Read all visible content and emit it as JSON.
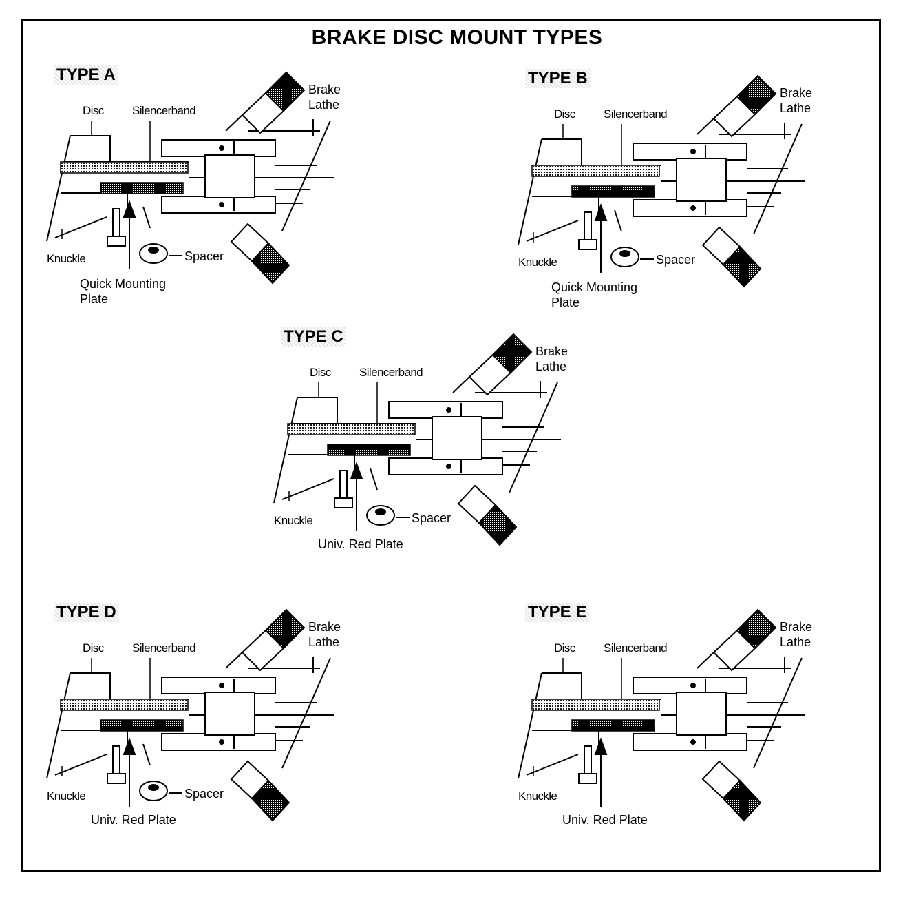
{
  "title": "BRAKE DISC MOUNT TYPES",
  "panels": [
    {
      "id": "a",
      "type": "TYPE A",
      "labels": {
        "disc": "Disc",
        "band": "Silencerband",
        "lathe": "Brake Lathe",
        "knuckle": "Knuckle",
        "spacer": "Spacer",
        "plate": "Quick Mounting Plate"
      }
    },
    {
      "id": "b",
      "type": "TYPE B",
      "labels": {
        "disc": "Disc",
        "band": "Silencerband",
        "lathe": "Brake Lathe",
        "knuckle": "Knuckle",
        "spacer": "Spacer",
        "plate": "Quick Mounting Plate"
      }
    },
    {
      "id": "c",
      "type": "TYPE C",
      "labels": {
        "disc": "Disc",
        "band": "Silencerband",
        "lathe": "Brake Lathe",
        "knuckle": "Knuckle",
        "spacer": "Spacer",
        "plate": "Univ. Red Plate"
      }
    },
    {
      "id": "d",
      "type": "TYPE D",
      "labels": {
        "disc": "Disc",
        "band": "Silencerband",
        "lathe": "Brake Lathe",
        "knuckle": "Knuckle",
        "spacer": "Spacer",
        "plate": "Univ. Red Plate"
      }
    },
    {
      "id": "e",
      "type": "TYPE E",
      "labels": {
        "disc": "Disc",
        "band": "Silencerband",
        "lathe": "Brake Lathe",
        "knuckle": "Knuckle",
        "plate": "Univ. Red Plate"
      }
    }
  ]
}
